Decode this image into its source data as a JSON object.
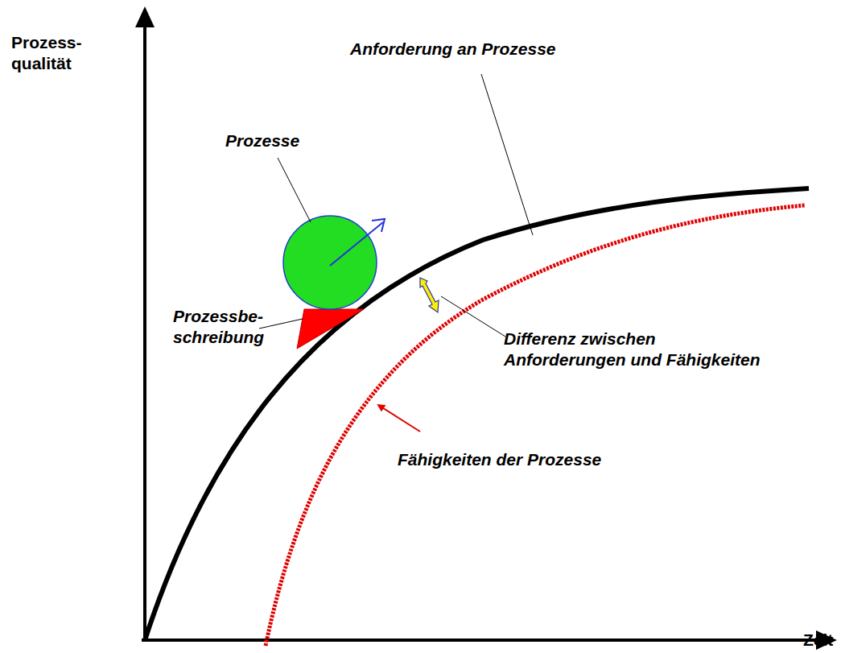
{
  "diagram": {
    "labels": [
      "Prozess- qualität",
      "Zeit",
      "Anforderung an Prozesse",
      "Prozesse",
      "Prozessbe- schreibung",
      "Differenz zwischen Anforderungen und Fähigkeiten",
      "Fähigkeiten der Prozesse"
    ]
  }
}
